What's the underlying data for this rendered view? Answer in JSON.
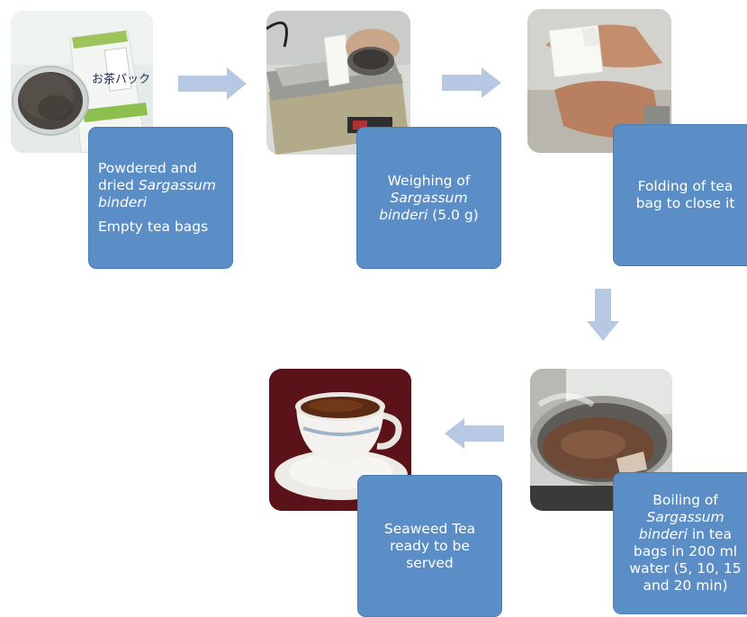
{
  "steps": [
    {
      "line1": "Powdered and",
      "line2_prefix": "dried ",
      "line2_italic": "Sargassum",
      "line3_italic": "binderi",
      "line4": "Empty tea bags",
      "package_text": "お茶パック"
    },
    {
      "line1": "Weighing of",
      "line2_italic": "Sargassum",
      "line3_italic": "binderi",
      "line3_suffix": " (5.0 g)"
    },
    {
      "line1": "Folding of tea",
      "line2": "bag to close it"
    },
    {
      "line1": "Boiling of",
      "line2_italic": "Sargassum",
      "line3_italic": "binderi",
      "line3_suffix": " in tea",
      "line4": "bags in 200 ml",
      "line5": "water (5, 10, 15",
      "line6": "and 20 min)"
    },
    {
      "line1": "Seaweed Tea",
      "line2": "ready to be",
      "line3": "served"
    }
  ],
  "colors": {
    "box_fill": "#5b8ec7",
    "arrow_fill": "#b7c9e2"
  }
}
